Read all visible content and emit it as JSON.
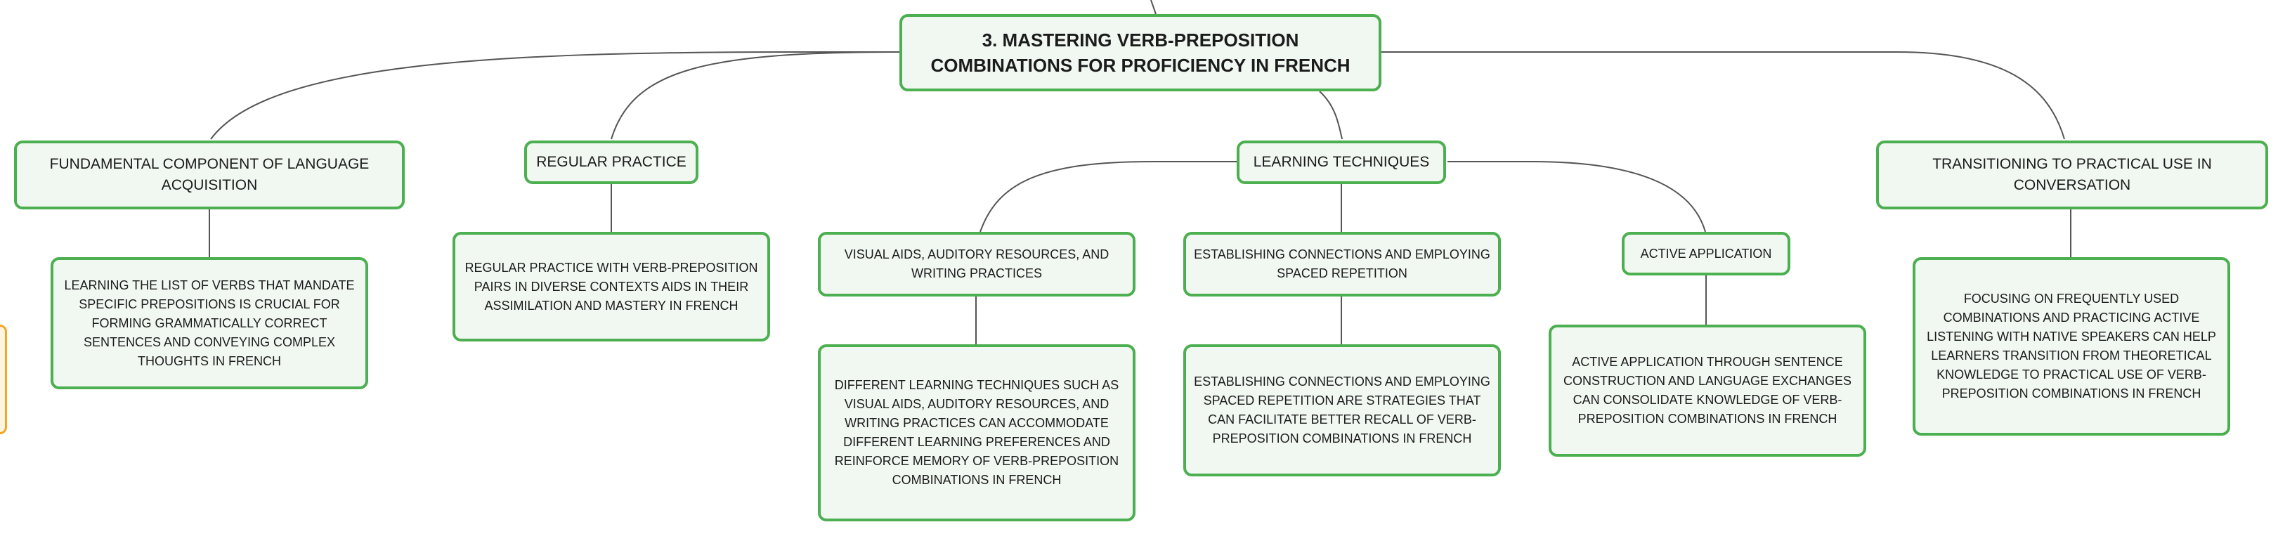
{
  "root": {
    "title": "3. Mastering Verb-Preposition Combinations for Proficiency in French"
  },
  "branches": {
    "fundamental": {
      "title": "Fundamental Component of Language Acquisition",
      "detail": "Learning the list of verbs that mandate specific prepositions is crucial for forming grammatically correct sentences and conveying complex thoughts in French"
    },
    "practice": {
      "title": "Regular Practice",
      "detail": "Regular practice with verb-preposition pairs in diverse contexts aids in their assimilation and mastery in French"
    },
    "techniques": {
      "title": "Learning Techniques",
      "children": {
        "visual": {
          "title": "Visual aids, auditory resources, and writing practices",
          "detail": "Different learning techniques such as visual aids, auditory resources, and writing practices can accommodate different learning preferences and reinforce memory of verb-preposition combinations in French"
        },
        "connections": {
          "title": "Establishing connections and employing spaced repetition",
          "detail": "Establishing connections and employing spaced repetition are strategies that can facilitate better recall of verb-preposition combinations in French"
        },
        "active": {
          "title": "Active Application",
          "detail": "Active application through sentence construction and language exchanges can consolidate knowledge of verb-preposition combinations in French"
        }
      }
    },
    "transition": {
      "title": "Transitioning to practical use in conversation",
      "detail": "Focusing on frequently used combinations and practicing active listening with native speakers can help learners transition from theoretical knowledge to practical use of verb-preposition combinations in French"
    }
  },
  "colors": {
    "node_border": "#4caf50",
    "node_fill": "#f1f8f2",
    "connector": "#555555",
    "side_tab": "#f5a623"
  }
}
